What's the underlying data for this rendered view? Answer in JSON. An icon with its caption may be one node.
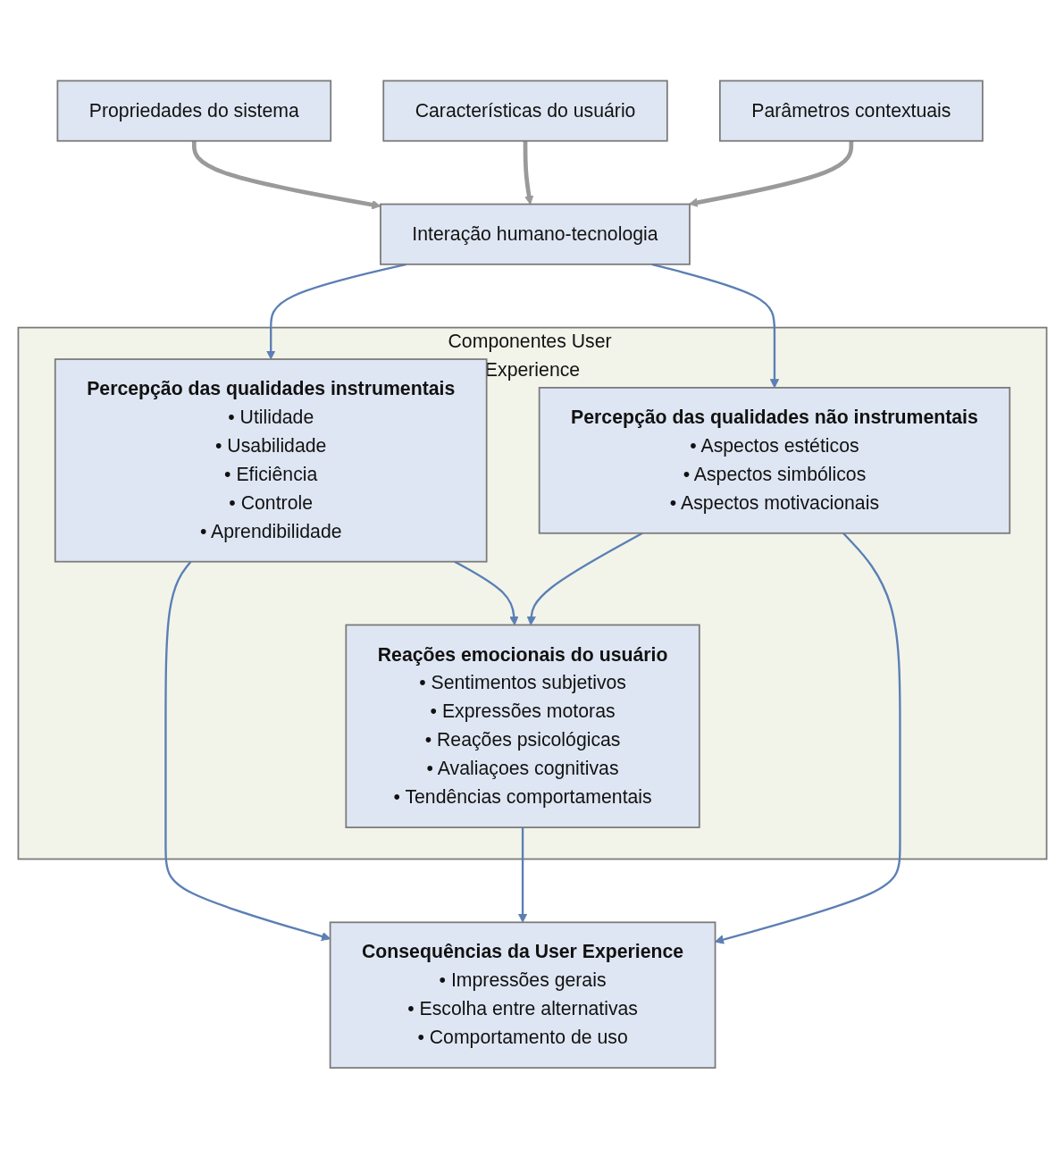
{
  "diagram": {
    "nodes": [
      {
        "text": [
          "Propriedades do  sistema"
        ]
      },
      {
        "text": [
          "Características do usuário"
        ]
      },
      {
        "text": [
          "Parâmetros contextuais"
        ]
      },
      {
        "text": [
          "Interação humano-tecnologia"
        ]
      },
      {
        "text": [
          "Componentes User Experience"
        ]
      },
      {
        "text": [
          "Percepção das qualidades instrumentais",
          "• Utilidade",
          "• Usabilidade",
          "• Eficiência",
          "• Controle",
          "• Aprendibilidade"
        ],
        "in": 4
      },
      {
        "text": [
          "Reações emocionais do usuário",
          "• Sentimentos subjetivos",
          "• Expressões motoras",
          "• Reações psicológicas",
          "• Avaliaçoes cognitivas",
          "• Tendências comportamentais"
        ],
        "in": 4
      },
      {
        "text": [
          "Percepção das qualidades não instrumentais",
          "• Aspectos estéticos",
          "• Aspectos simbólicos",
          "• Aspectos motivacionais"
        ],
        "in": 4
      },
      {
        "text": [
          "Consequências da User Experience",
          "• Impressões gerais",
          "• Escolha entre alternativas",
          "• Comportamento de uso"
        ]
      }
    ],
    "edges": [
      {
        "from": 0,
        "to": 3,
        "arrow": "to",
        "style": "thick",
        "color": "#9a9a9a"
      },
      {
        "from": 1,
        "to": 3,
        "arrow": "to",
        "style": "thick",
        "color": "#9a9a9a"
      },
      {
        "from": 2,
        "to": 3,
        "arrow": "to",
        "style": "thick",
        "color": "#9a9a9a"
      },
      {
        "from": 3,
        "to": 5,
        "arrow": "to"
      },
      {
        "from": 3,
        "to": 7,
        "arrow": "to"
      },
      {
        "from": 5,
        "to": 6,
        "arrow": "to"
      },
      {
        "from": 7,
        "to": 6,
        "arrow": "to"
      },
      {
        "from": 5,
        "to": 8,
        "arrow": "to"
      },
      {
        "from": 6,
        "to": 8,
        "arrow": "to"
      },
      {
        "from": 7,
        "to": 8,
        "arrow": "to"
      }
    ]
  }
}
